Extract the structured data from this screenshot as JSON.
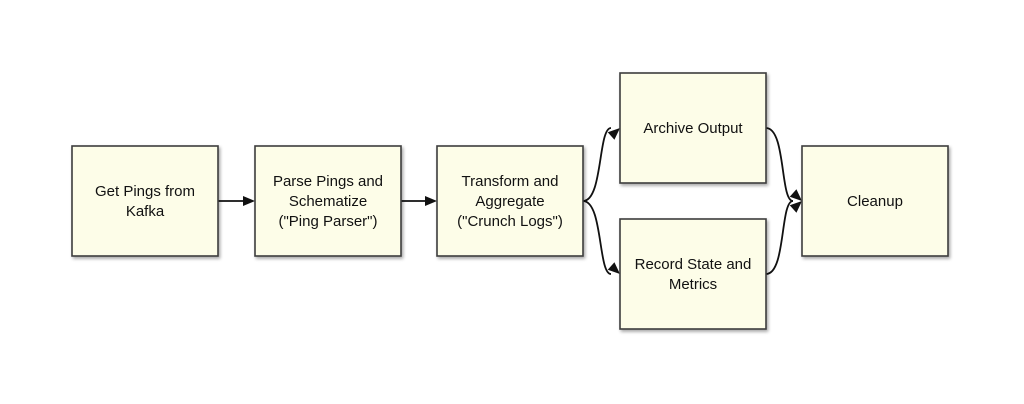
{
  "diagram": {
    "nodes": [
      {
        "id": "get-pings",
        "lines": [
          "Get Pings from",
          "Kafka"
        ]
      },
      {
        "id": "parse-pings",
        "lines": [
          "Parse Pings and",
          "Schematize",
          "(\"Ping Parser\")"
        ]
      },
      {
        "id": "transform",
        "lines": [
          "Transform and",
          "Aggregate",
          "(\"Crunch Logs\")"
        ]
      },
      {
        "id": "archive",
        "lines": [
          "Archive Output"
        ]
      },
      {
        "id": "record-state",
        "lines": [
          "Record State and",
          "Metrics"
        ]
      },
      {
        "id": "cleanup",
        "lines": [
          "Cleanup"
        ]
      }
    ],
    "edges": [
      {
        "from": "get-pings",
        "to": "parse-pings"
      },
      {
        "from": "parse-pings",
        "to": "transform"
      },
      {
        "from": "transform",
        "to": "archive"
      },
      {
        "from": "transform",
        "to": "record-state"
      },
      {
        "from": "archive",
        "to": "cleanup"
      },
      {
        "from": "record-state",
        "to": "cleanup"
      }
    ],
    "colors": {
      "node_fill": "#fdfde8",
      "node_border": "#3c3c3c",
      "edge": "#111111",
      "text": "#111111"
    }
  }
}
